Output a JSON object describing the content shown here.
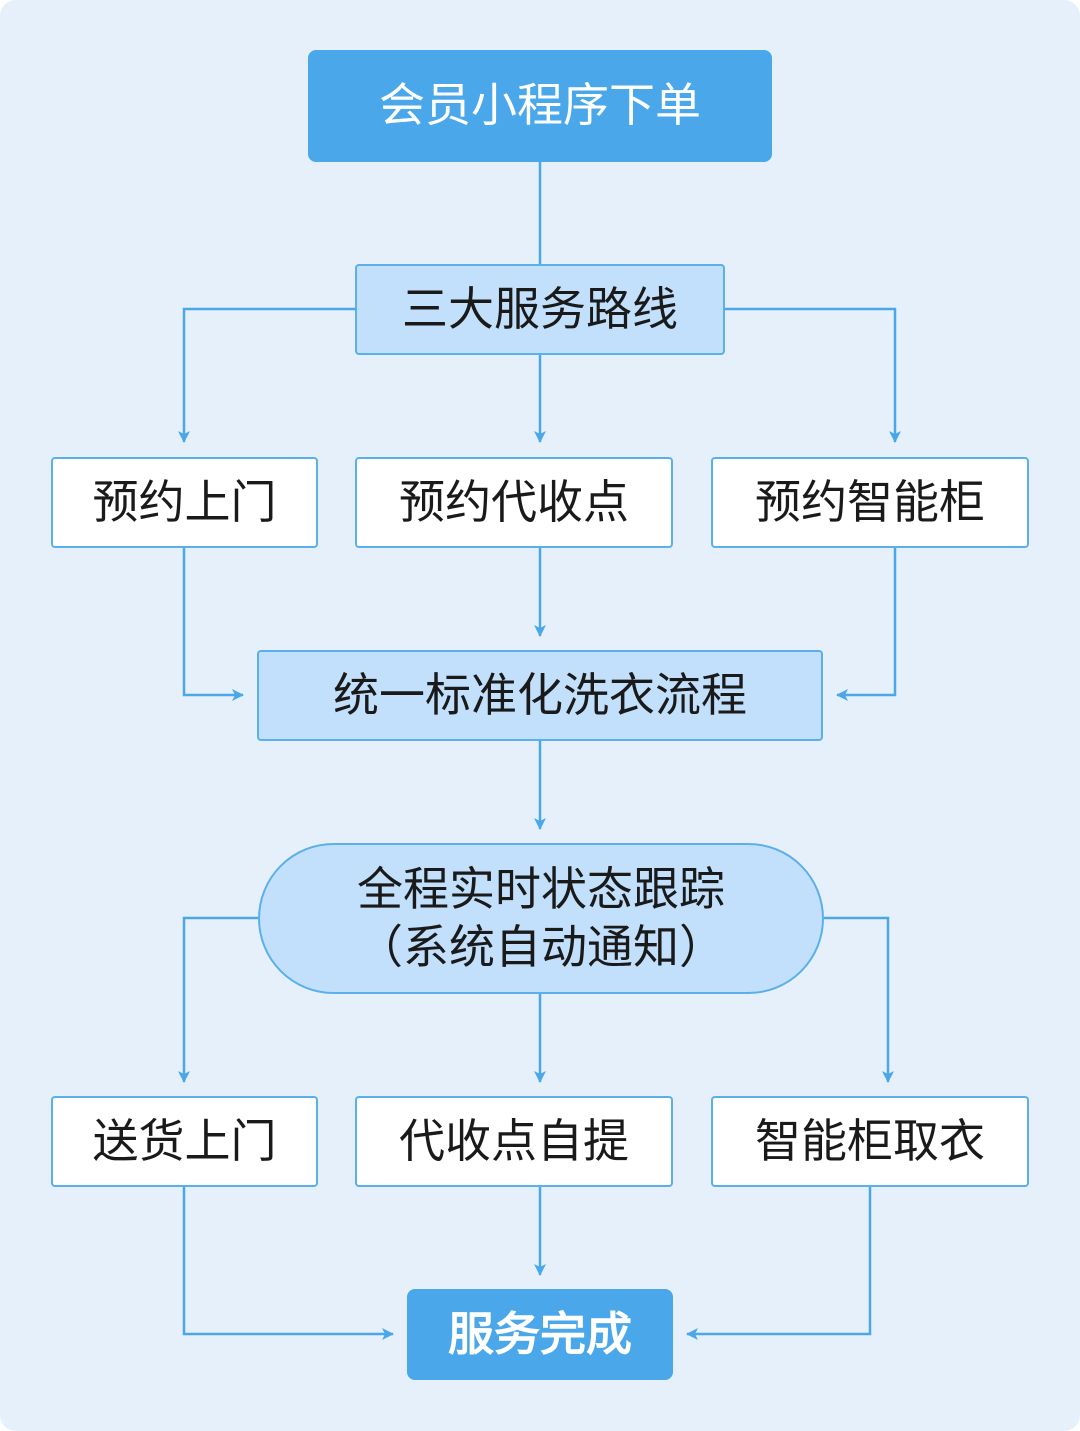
{
  "start": "会员小程序下单",
  "routes_title": "三大服务路线",
  "routes": [
    "预约上门",
    "预约代收点",
    "预约智能柜"
  ],
  "standard_process": "统一标准化洗衣流程",
  "tracking": {
    "line1": "全程实时状态跟踪",
    "line2": "（系统自动通知）"
  },
  "deliveries": [
    "送货上门",
    "代收点自提",
    "智能柜取衣"
  ],
  "end": "服务完成",
  "colors": {
    "accent": "#4aa8ea",
    "light_fill": "#c2e0fc",
    "border": "#5bb0ea",
    "background": "#e6f0fa",
    "connector": "#4aa8ea"
  }
}
